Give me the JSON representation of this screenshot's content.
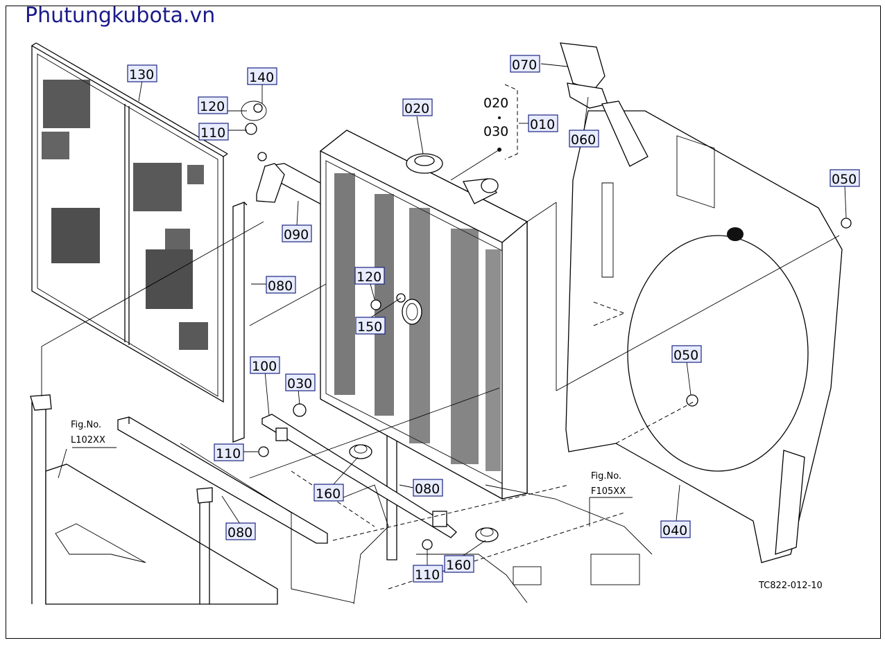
{
  "watermark": {
    "text": "Phutungkubota.vn",
    "color": "#1a1a8a"
  },
  "figure_code": "TC822-012-10",
  "references": [
    {
      "fig_label": "Fig.No.",
      "fig_code": "L102XX"
    },
    {
      "fig_label": "Fig.No.",
      "fig_code": "F105XX"
    }
  ],
  "part_labels": {
    "p010": "010",
    "p020": "020",
    "p030a": "030",
    "p040": "040",
    "p050a": "050",
    "p050b": "050",
    "p060": "060",
    "p070": "070",
    "p080a": "080",
    "p080b": "080",
    "p080c": "080",
    "p090": "090",
    "p100": "100",
    "p110a": "110",
    "p110b": "110",
    "p110c": "110",
    "p120a": "120",
    "p120b": "120",
    "p130": "130",
    "p140": "140",
    "p150": "150",
    "p160a": "160",
    "p160b": "160"
  },
  "group_labels": {
    "g020": "020",
    "g030": "030"
  },
  "colors": {
    "label_fill": "#e8ecff",
    "label_stroke": "#1a237e",
    "watermark": "#1a1a8a"
  }
}
